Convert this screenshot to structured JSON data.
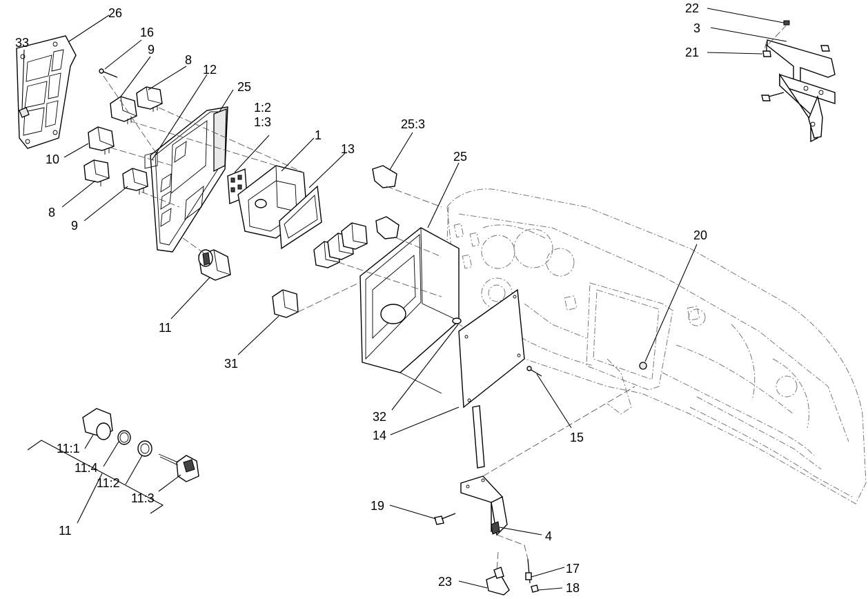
{
  "labels": {
    "l26": "26",
    "l33": "33",
    "l16": "16",
    "l9a": "9",
    "l8a": "8",
    "l12": "12",
    "l25a": "25",
    "l12b": "1:2",
    "l13b": "1:3",
    "l1": "1",
    "l13": "13",
    "l253": "25:3",
    "l25b": "25",
    "l10": "10",
    "l8b": "8",
    "l9b": "9",
    "l11a": "11",
    "l31": "31",
    "l20": "20",
    "l22": "22",
    "l3": "3",
    "l21": "21",
    "l32": "32",
    "l14": "14",
    "l15": "15",
    "l111": "11:1",
    "l114": "11:4",
    "l112": "11:2",
    "l113": "11:3",
    "l11b": "11",
    "l19": "19",
    "l4": "4",
    "l17": "17",
    "l23": "23",
    "l18": "18"
  }
}
